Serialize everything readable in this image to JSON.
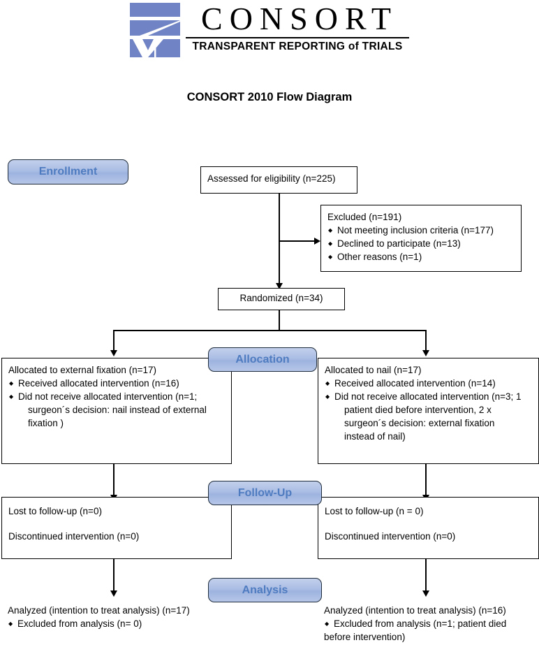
{
  "logo": {
    "wordmark": "CONSORT",
    "tagline": "TRANSPARENT REPORTING of TRIALS",
    "mark_color": "#7083c4"
  },
  "title": "CONSORT 2010 Flow Diagram",
  "stages": {
    "enrollment": "Enrollment",
    "allocation": "Allocation",
    "followup": "Follow-Up",
    "analysis": "Analysis"
  },
  "colors": {
    "stage_fill": "#aabde4",
    "stage_text": "#4f7cc0",
    "stage_border": "#1d2b3a",
    "box_border": "#000000"
  },
  "enrollment": {
    "assessed": "Assessed for eligibility (n=225)",
    "excluded": {
      "headline": "Excluded  (n=191)",
      "reasons": [
        "Not meeting inclusion criteria (n=177)",
        "Declined to participate (n=13)",
        "Other reasons (n=1)"
      ]
    },
    "randomized": "Randomized (n=34)"
  },
  "allocation": {
    "left": {
      "headline": "Allocated to external fixation (n=17)",
      "items": [
        {
          "text": "Received allocated intervention (n=16)",
          "continuation": []
        },
        {
          "text": "Did not receive allocated intervention (n=1;",
          "continuation": [
            "surgeon´s decision: nail instead of external",
            "fixation )"
          ]
        }
      ]
    },
    "right": {
      "headline": "Allocated to nail (n=17)",
      "items": [
        {
          "text": "Received allocated intervention (n=14)",
          "continuation": []
        },
        {
          "text": "Did not receive allocated intervention (n=3; 1",
          "continuation": [
            "patient died before intervention, 2 x",
            "surgeon´s decision: external fixation",
            "instead of nail)"
          ]
        }
      ]
    }
  },
  "followup": {
    "left": {
      "lost": "Lost to follow-up (n=0)",
      "discontinued": "Discontinued intervention (n=0)"
    },
    "right": {
      "lost": "Lost to follow-up (n = 0)",
      "discontinued": "Discontinued intervention (n=0)"
    }
  },
  "analysis": {
    "left": {
      "headline": "Analyzed (intention to treat analysis) (n=17)",
      "items": [
        {
          "text": "Excluded from analysis (n= 0)",
          "continuation": []
        }
      ]
    },
    "right": {
      "headline": "Analyzed (intention to treat analysis) (n=16)",
      "items": [
        {
          "text": "Excluded from analysis (n=1; patient died",
          "continuation": [
            "before intervention)"
          ]
        }
      ]
    }
  }
}
